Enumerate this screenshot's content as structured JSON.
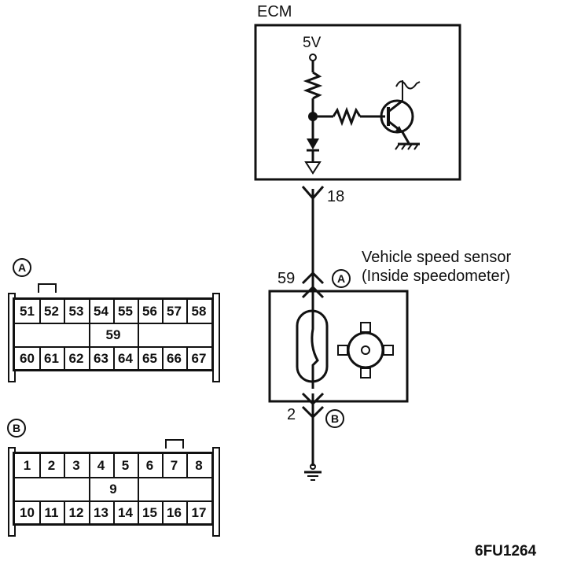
{
  "ecm": {
    "title": "ECM",
    "supply": "5V"
  },
  "wire": {
    "ecm_pin": "18",
    "sensor_pin_a": "59",
    "sensor_pin_b": "2"
  },
  "sensor": {
    "label_line1": "Vehicle speed sensor",
    "label_line2": "(Inside speedometer)",
    "mark_a": "A",
    "mark_b": "B"
  },
  "connector_a": {
    "mark": "A",
    "row_top": [
      "51",
      "52",
      "53",
      "54",
      "55",
      "56",
      "57",
      "58"
    ],
    "middle": "59",
    "row_bottom": [
      "60",
      "61",
      "62",
      "63",
      "64",
      "65",
      "66",
      "67"
    ]
  },
  "connector_b": {
    "mark": "B",
    "row_top": [
      "1",
      "2",
      "3",
      "4",
      "5",
      "6",
      "7",
      "8"
    ],
    "middle": "9",
    "row_bottom": [
      "10",
      "11",
      "12",
      "13",
      "14",
      "15",
      "16",
      "17"
    ]
  },
  "figure_code": "6FU1264"
}
